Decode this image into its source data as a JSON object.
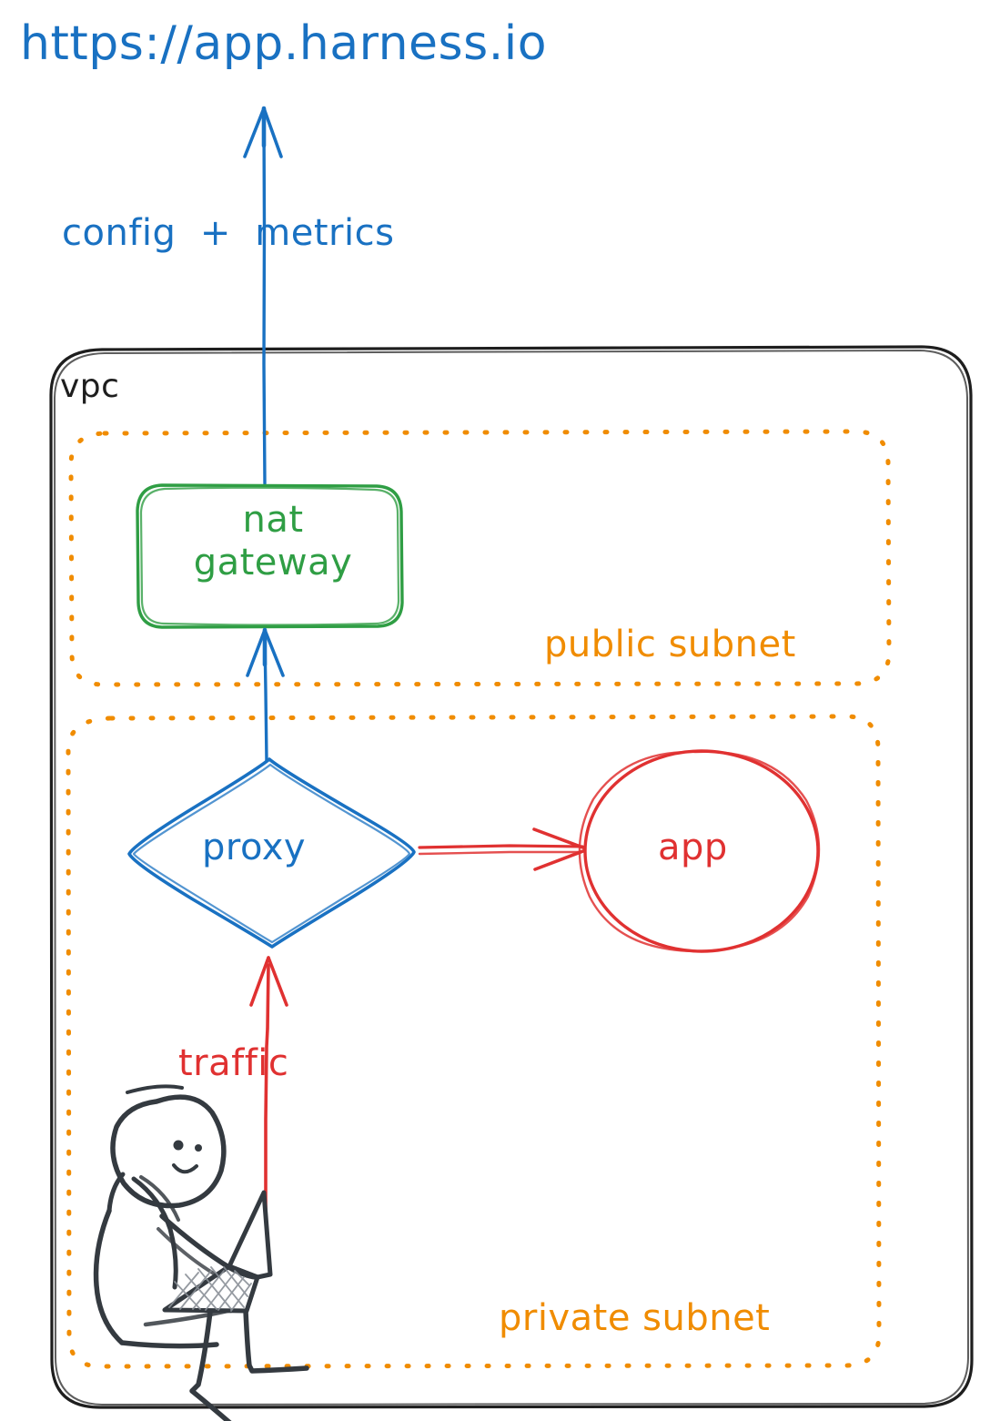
{
  "diagram": {
    "title": "https://app.harness.io",
    "style": "hand-drawn whiteboard sketch",
    "background_color": "#ffffff"
  },
  "colors": {
    "blue": "#1971c2",
    "green": "#2f9e44",
    "orange": "#f08c00",
    "red": "#e03131",
    "ink": "#1e1e1e",
    "figure": "#343a40"
  },
  "labels": {
    "endpoint_url": "https://app.harness.io",
    "config_metrics": "config  +  metrics",
    "vpc": "vpc",
    "nat_gateway": "nat\ngateway",
    "public_subnet": "public subnet",
    "proxy": "proxy",
    "app": "app",
    "traffic": "traffic",
    "private_subnet": "private subnet"
  },
  "nodes": [
    {
      "id": "nat-gateway",
      "label": "nat gateway",
      "shape": "rounded-rectangle",
      "color": "#2f9e44",
      "container": "public subnet"
    },
    {
      "id": "proxy",
      "label": "proxy",
      "shape": "diamond",
      "color": "#1971c2",
      "container": "private subnet"
    },
    {
      "id": "app",
      "label": "app",
      "shape": "ellipse",
      "color": "#e03131",
      "container": "private subnet"
    },
    {
      "id": "user",
      "label": "",
      "shape": "stick-figure-with-laptop",
      "color": "#343a40",
      "container": "private subnet"
    }
  ],
  "containers": [
    {
      "id": "vpc",
      "label": "vpc",
      "border": "solid",
      "color": "#1e1e1e"
    },
    {
      "id": "public-subnet",
      "label": "public subnet",
      "border": "dotted",
      "color": "#f08c00"
    },
    {
      "id": "private-subnet",
      "label": "private subnet",
      "border": "dotted",
      "color": "#f08c00"
    }
  ],
  "edges": [
    {
      "id": "natgw-to-internet",
      "from": "nat-gateway",
      "to": "https://app.harness.io",
      "label": "config  +  metrics",
      "color": "#1971c2",
      "direction": "up"
    },
    {
      "id": "proxy-to-natgw",
      "from": "proxy",
      "to": "nat-gateway",
      "label": "",
      "color": "#1971c2",
      "direction": "up"
    },
    {
      "id": "proxy-to-app",
      "from": "proxy",
      "to": "app",
      "label": "",
      "color": "#e03131",
      "direction": "right"
    },
    {
      "id": "user-to-proxy",
      "from": "user",
      "to": "proxy",
      "label": "traffic",
      "color": "#e03131",
      "direction": "up"
    }
  ]
}
